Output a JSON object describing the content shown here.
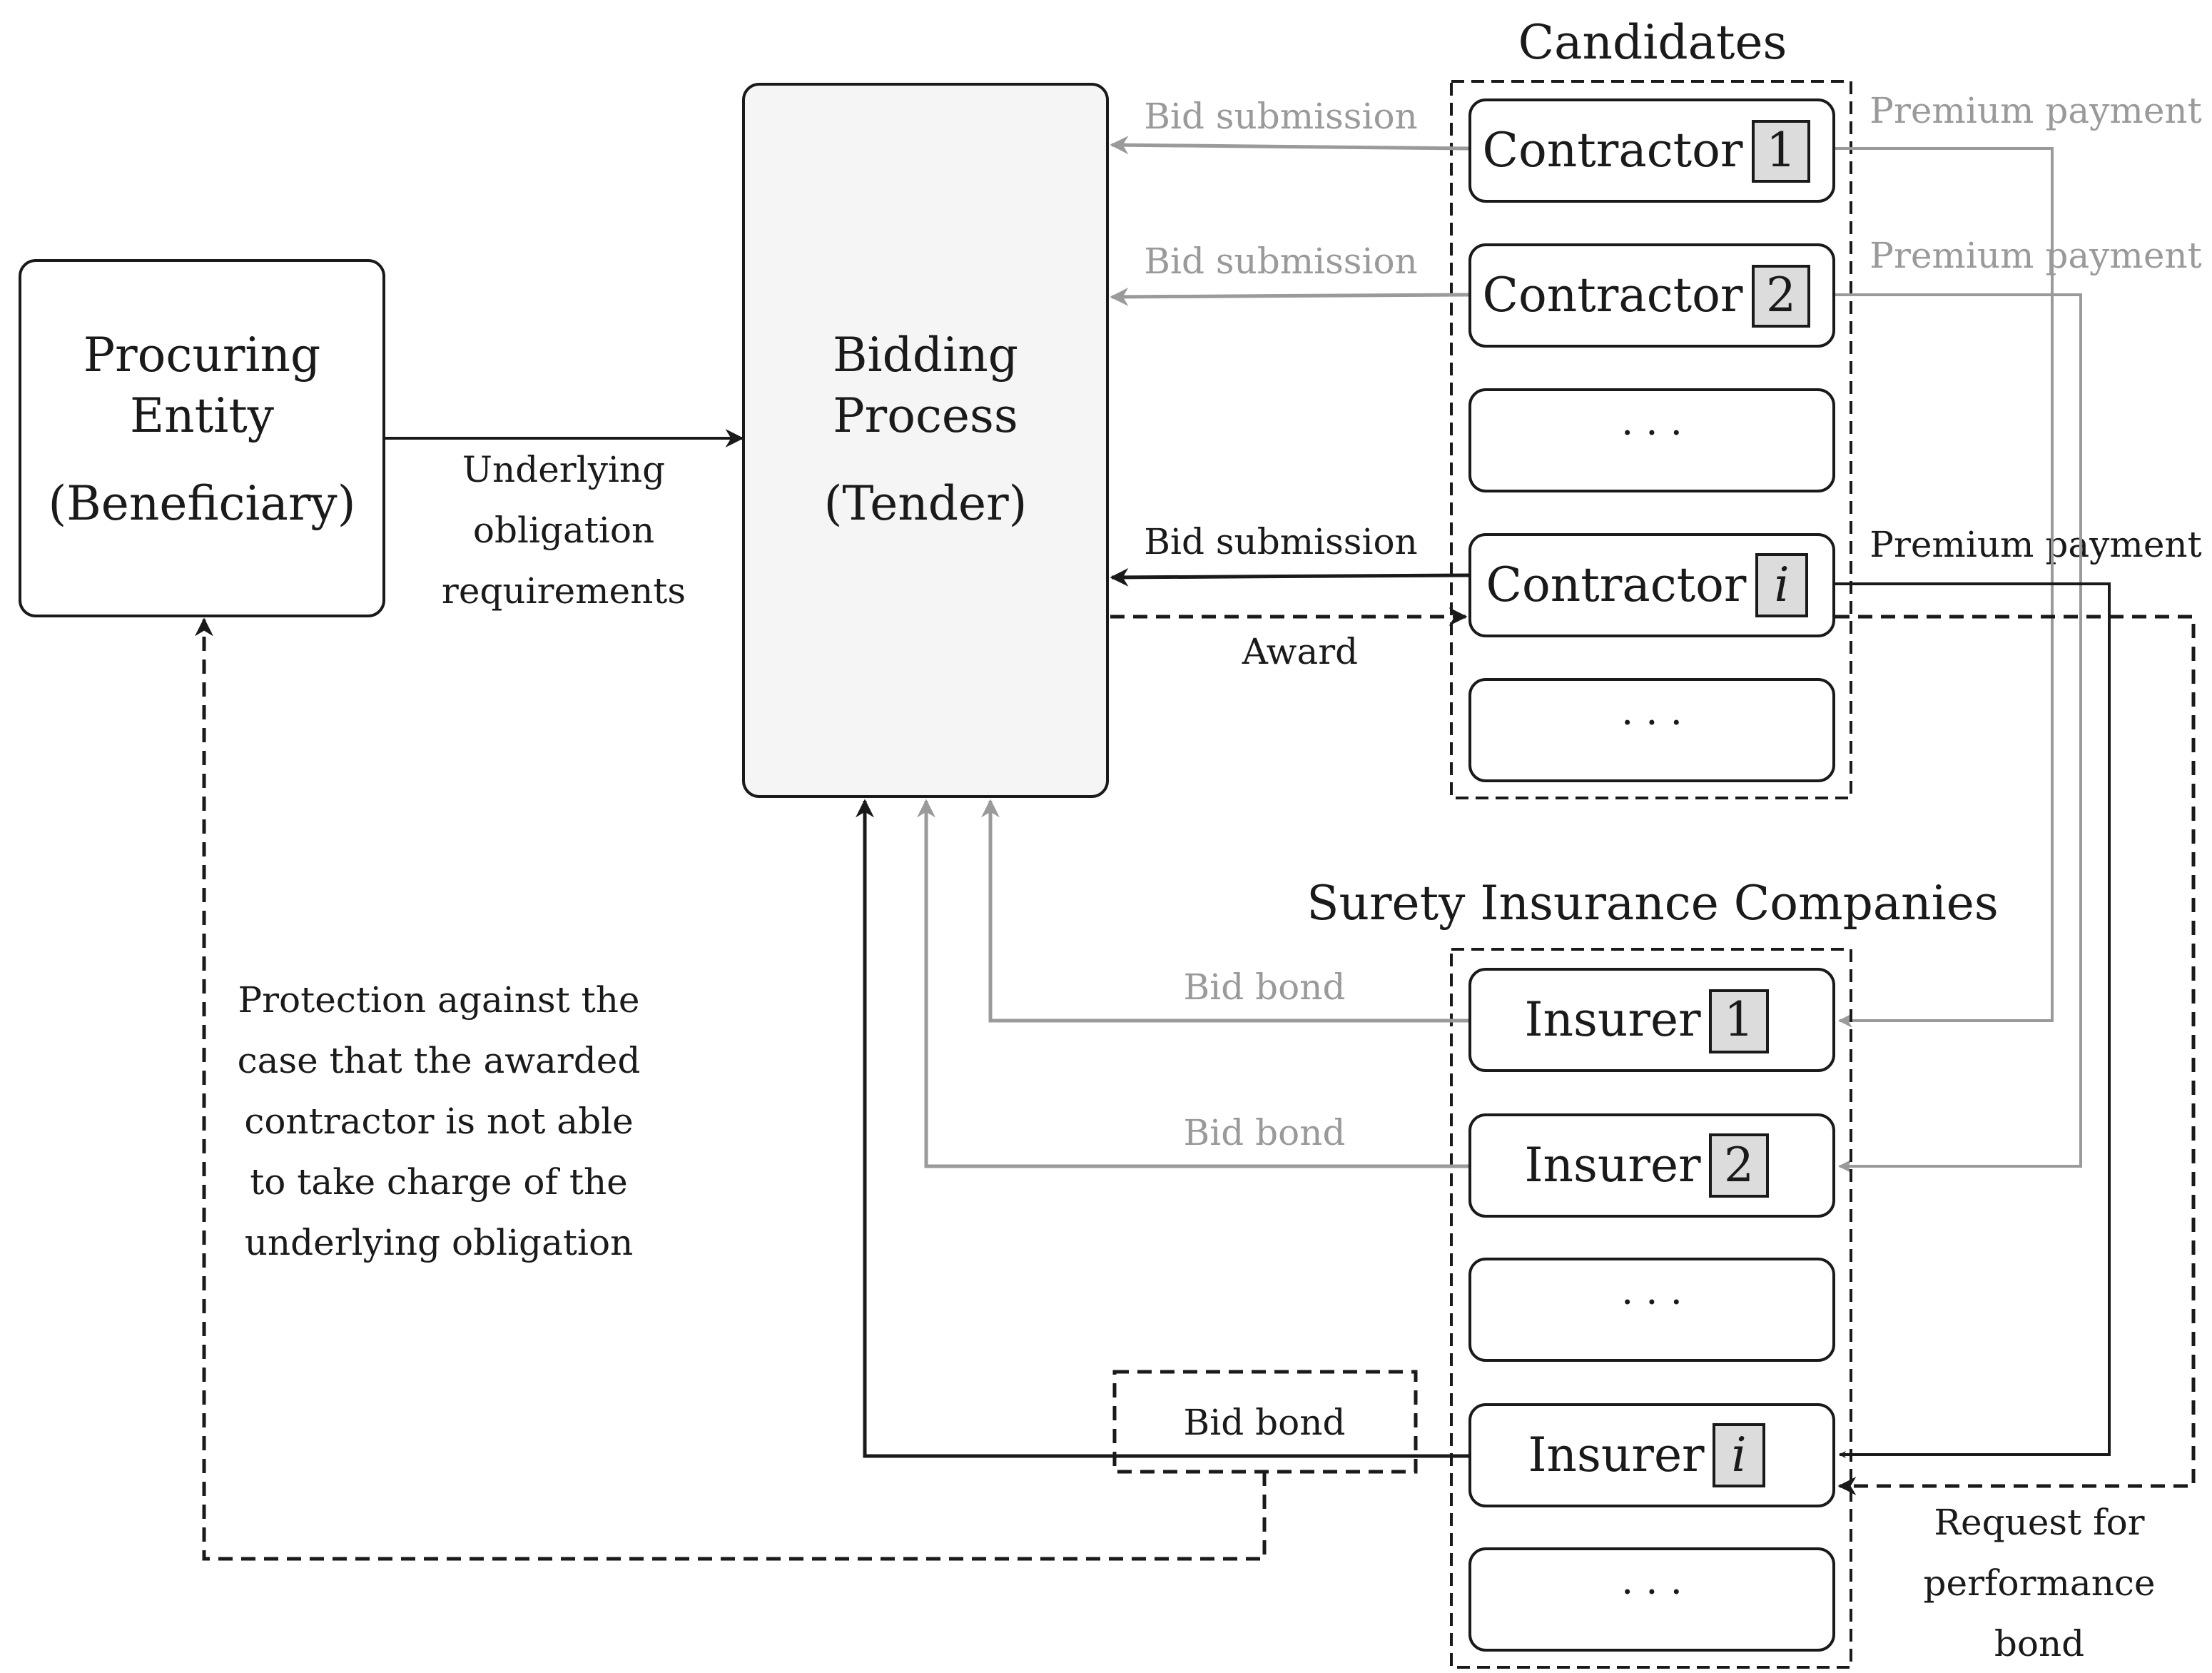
{
  "procuring_entity": {
    "line1": "Procuring",
    "line2": "Entity",
    "line3": "(Beneficiary)"
  },
  "obligation_label": {
    "line1": "Underlying",
    "line2": "obligation",
    "line3": "requirements"
  },
  "bidding_process": {
    "line1": "Bidding",
    "line2": "Process",
    "line3": "(Tender)"
  },
  "candidates_title": "Candidates",
  "contractors": [
    {
      "label": "Contractor",
      "index": "1"
    },
    {
      "label": "Contractor",
      "index": "2"
    },
    {
      "label": "· · ·"
    },
    {
      "label": "Contractor",
      "index": "i"
    },
    {
      "label": "· · ·"
    }
  ],
  "insurers_title": "Surety Insurance Companies",
  "insurers": [
    {
      "label": "Insurer",
      "index": "1"
    },
    {
      "label": "Insurer",
      "index": "2"
    },
    {
      "label": "· · ·"
    },
    {
      "label": "Insurer",
      "index": "i"
    },
    {
      "label": "· · ·"
    }
  ],
  "labels": {
    "bid_submission": "Bid submission",
    "premium_payment": "Premium payment",
    "award": "Award",
    "bid_bond": "Bid bond"
  },
  "protection_note": [
    "Protection against the",
    "case that the awarded",
    "contractor is not able",
    "to take charge of the",
    "underlying obligation"
  ],
  "request_note": [
    "Request for",
    "performance",
    "bond"
  ],
  "colors": {
    "black": "#1a1a1a",
    "grey": "#9a9a9a",
    "tender_fill": "#f5f5f5",
    "index_fill": "#dcdcdc"
  }
}
